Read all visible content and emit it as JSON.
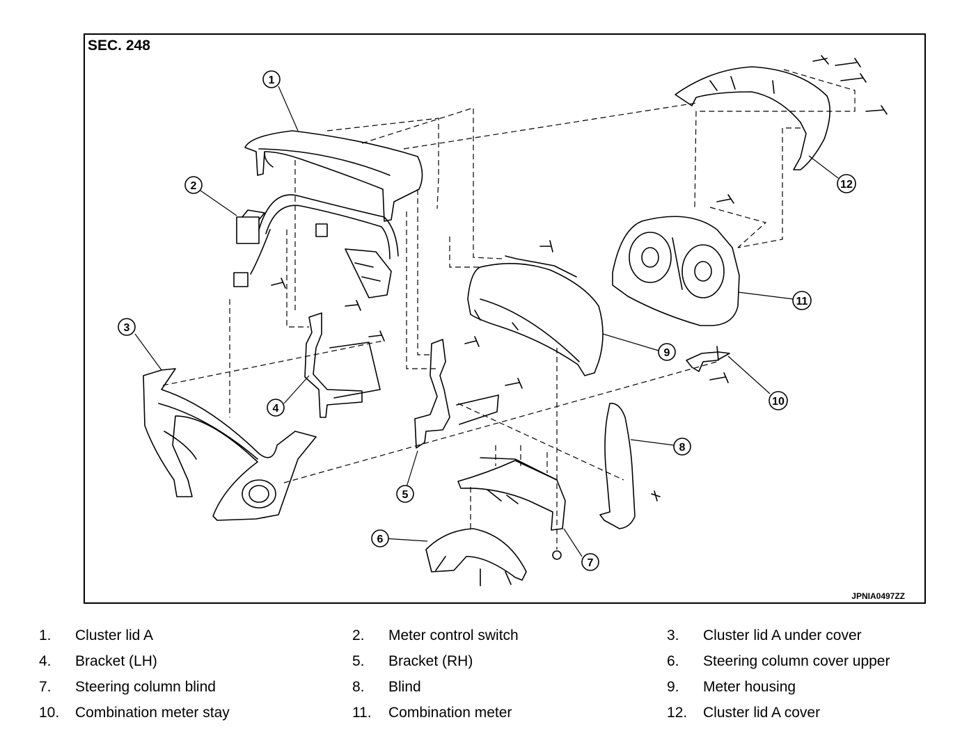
{
  "header": {
    "section": "SEC. 248",
    "figure_code": "JPNIA0497ZZ"
  },
  "callouts": [
    "1",
    "2",
    "3",
    "4",
    "5",
    "6",
    "7",
    "8",
    "9",
    "10",
    "11",
    "12"
  ],
  "legend": [
    {
      "num": "1.",
      "label": "Cluster lid A"
    },
    {
      "num": "2.",
      "label": "Meter control switch"
    },
    {
      "num": "3.",
      "label": "Cluster lid A under cover"
    },
    {
      "num": "4.",
      "label": "Bracket (LH)"
    },
    {
      "num": "5.",
      "label": "Bracket (RH)"
    },
    {
      "num": "6.",
      "label": "Steering column cover upper"
    },
    {
      "num": "7.",
      "label": "Steering column blind"
    },
    {
      "num": "8.",
      "label": "Blind"
    },
    {
      "num": "9.",
      "label": "Meter housing"
    },
    {
      "num": "10.",
      "label": "Combination meter stay"
    },
    {
      "num": "11.",
      "label": "Combination meter"
    },
    {
      "num": "12.",
      "label": "Cluster lid A cover"
    }
  ]
}
